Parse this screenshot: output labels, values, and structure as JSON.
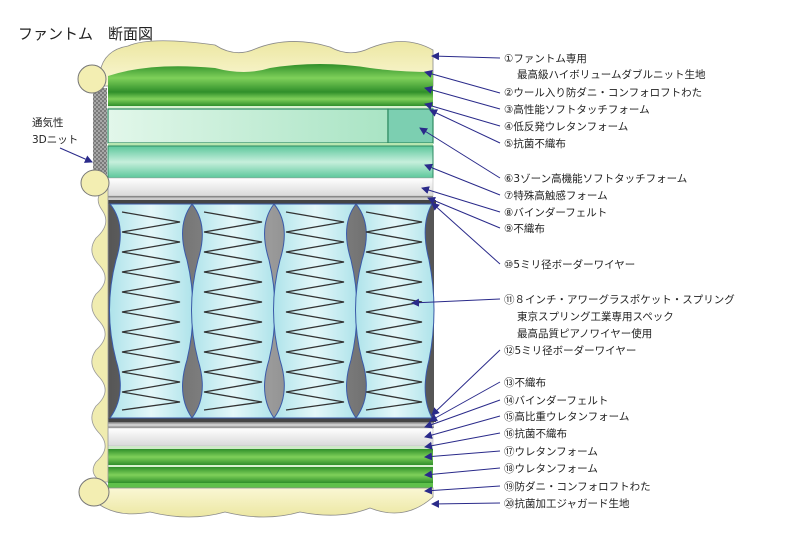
{
  "title": "ファントム　断面図",
  "side_label": [
    "通気性",
    "3Dニット"
  ],
  "callouts": [
    {
      "id": "c1",
      "lines": [
        "①ファントム専用",
        "最高級ハイボリュームダブルニット生地"
      ]
    },
    {
      "id": "c2",
      "lines": [
        "②ウール入り防ダニ・コンフォロフトわた"
      ]
    },
    {
      "id": "c3",
      "lines": [
        "③高性能ソフトタッチフォーム"
      ]
    },
    {
      "id": "c4",
      "lines": [
        "④低反発ウレタンフォーム"
      ]
    },
    {
      "id": "c5",
      "lines": [
        "⑤抗菌不織布"
      ]
    },
    {
      "id": "c6",
      "lines": [
        "⑥3ゾーン高機能ソフトタッチフォーム"
      ]
    },
    {
      "id": "c7",
      "lines": [
        "⑦特殊高触感フォーム"
      ]
    },
    {
      "id": "c8",
      "lines": [
        "⑧バインダーフェルト"
      ]
    },
    {
      "id": "c9",
      "lines": [
        "⑨不織布"
      ]
    },
    {
      "id": "c10",
      "lines": [
        "⑩5ミリ径ボーダーワイヤー"
      ]
    },
    {
      "id": "c11",
      "lines": [
        "⑪８インチ・アワーグラスポケット・スプリング",
        "東京スプリング工業専用スペック",
        "最高品質ピアノワイヤー使用"
      ]
    },
    {
      "id": "c12",
      "lines": [
        "⑫5ミリ径ボーダーワイヤー"
      ]
    },
    {
      "id": "c13",
      "lines": [
        "⑬不織布"
      ]
    },
    {
      "id": "c14",
      "lines": [
        "⑭バインダーフェルト"
      ]
    },
    {
      "id": "c15",
      "lines": [
        "⑮高比重ウレタンフォーム"
      ]
    },
    {
      "id": "c16",
      "lines": [
        "⑯抗菌不織布"
      ]
    },
    {
      "id": "c17",
      "lines": [
        "⑰ウレタンフォーム"
      ]
    },
    {
      "id": "c18",
      "lines": [
        "⑱ウレタンフォーム"
      ]
    },
    {
      "id": "c19",
      "lines": [
        "⑲防ダニ・コンフォロフトわた"
      ]
    },
    {
      "id": "c20",
      "lines": [
        "⑳抗菌加工ジャガード生地"
      ]
    }
  ],
  "colors": {
    "fabric": "#f3eeb2",
    "foam_green": "#47b13c",
    "foam_teal": "#7fd3b0",
    "spring_fill": "#c8ecf0",
    "wire": "#555555",
    "arrow": "#2a2a8a"
  }
}
